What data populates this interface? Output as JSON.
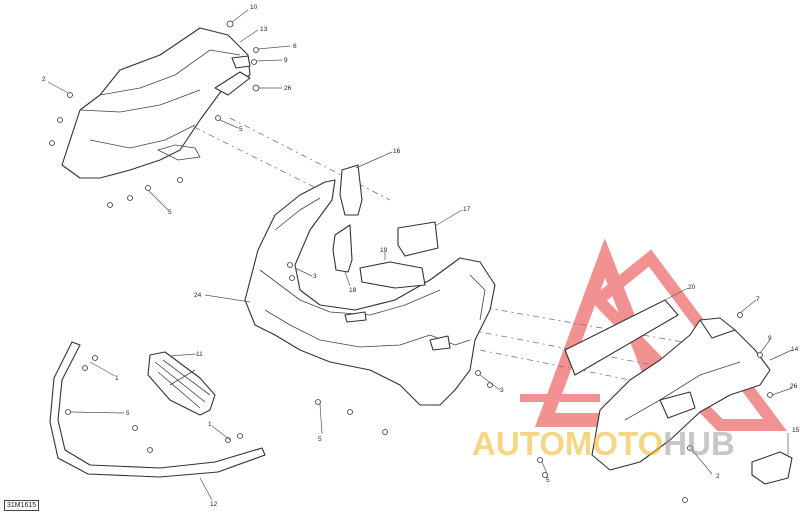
{
  "diagram": {
    "code": "31M1615",
    "watermark": {
      "part1": "AUTO",
      "part2": "MOTO",
      "part3": "HUB"
    },
    "callouts": [
      {
        "id": "c10a",
        "label": "10"
      },
      {
        "id": "c13",
        "label": "13"
      },
      {
        "id": "c6a",
        "label": "6"
      },
      {
        "id": "c9a",
        "label": "9"
      },
      {
        "id": "c26a",
        "label": "26"
      },
      {
        "id": "c2a",
        "label": "2"
      },
      {
        "id": "c5a",
        "label": "5"
      },
      {
        "id": "c5b",
        "label": "5"
      },
      {
        "id": "c16",
        "label": "16"
      },
      {
        "id": "c17",
        "label": "17"
      },
      {
        "id": "c19",
        "label": "19"
      },
      {
        "id": "c3a",
        "label": "3"
      },
      {
        "id": "c18",
        "label": "18"
      },
      {
        "id": "c24",
        "label": "24"
      },
      {
        "id": "c20",
        "label": "20"
      },
      {
        "id": "c7",
        "label": "7"
      },
      {
        "id": "c9b",
        "label": "9"
      },
      {
        "id": "c14",
        "label": "14"
      },
      {
        "id": "c26b",
        "label": "26"
      },
      {
        "id": "c11",
        "label": "11"
      },
      {
        "id": "c1a",
        "label": "1"
      },
      {
        "id": "c5c",
        "label": "5"
      },
      {
        "id": "c1b",
        "label": "1"
      },
      {
        "id": "c12",
        "label": "12"
      },
      {
        "id": "c5d",
        "label": "5"
      },
      {
        "id": "c3b",
        "label": "3"
      },
      {
        "id": "c5e",
        "label": "5"
      },
      {
        "id": "c2b",
        "label": "2"
      },
      {
        "id": "c15",
        "label": "15"
      }
    ]
  },
  "colors": {
    "line": "#333333",
    "watermark_red": "#e8393a",
    "watermark_orange": "#f0b322",
    "watermark_gray": "#9a9a9a"
  }
}
